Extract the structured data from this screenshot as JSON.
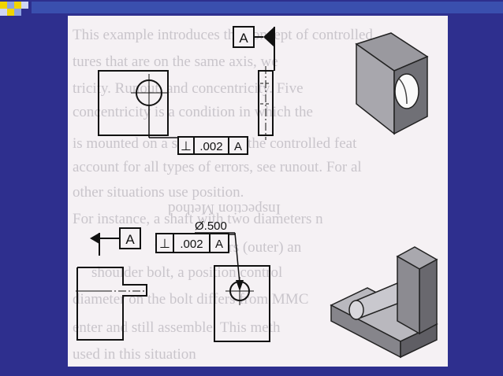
{
  "slide": {
    "background_color": "#2e2f8e",
    "accent_color": "#3a4fae"
  },
  "figure": {
    "datum_upper": "A",
    "fcf_upper": {
      "symbol": "⊥",
      "tolerance": ".002",
      "datum": "A"
    },
    "datum_lower": "A",
    "fcf_lower": {
      "symbol": "⊥",
      "tolerance": ".002",
      "datum": "A"
    },
    "diameter_callout": "Ø.500",
    "caption_mirrored": "Inspection Method"
  },
  "background_text": [
    "This example introduces the concept of controlled",
    "tures that are on the same axis, we",
    "tricity. Runout, and concentricity. Five",
    "concentricity is a condition in which the",
    "is mounted on a surface, and the controlled feat",
    "account for all types of errors, see runout. For al",
    "other situations use position.",
    "For instance, a shaft with two diameters n",
    "two diameters (outer) an",
    "shoulder bolt, a position control",
    "diameter on the bolt differs from MMC",
    "enter and still assemble. This meth",
    "used in this situation"
  ]
}
